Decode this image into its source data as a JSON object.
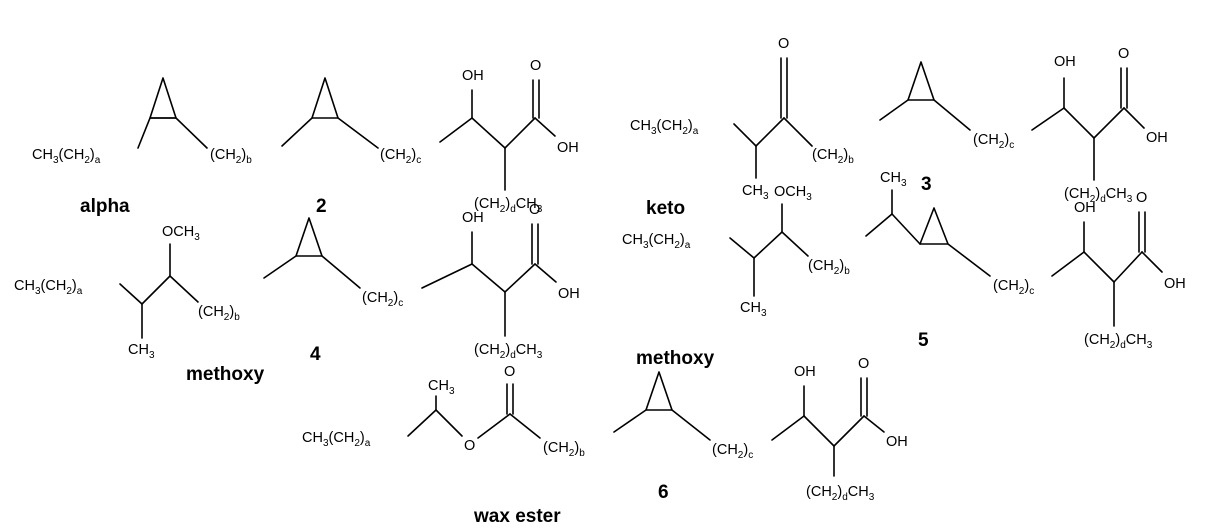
{
  "groups": {
    "alpha": "alpha",
    "keto": "keto",
    "methoxy_a": "methoxy",
    "methoxy_b": "methoxy",
    "wax_ester": "wax ester"
  },
  "numbers": {
    "n2": "2",
    "n3": "3",
    "n4": "4",
    "n5": "5",
    "n6": "6"
  },
  "atoms": {
    "oh": "OH",
    "o": "O",
    "och3": "OCH",
    "ch3": "CH",
    "ch": "CH",
    "paren_open": "(",
    "paren_close": ")",
    "sub_a": "a",
    "sub_b": "b",
    "sub_c": "c",
    "sub_d": "d",
    "sub_2": "2",
    "sub_3": "3"
  }
}
